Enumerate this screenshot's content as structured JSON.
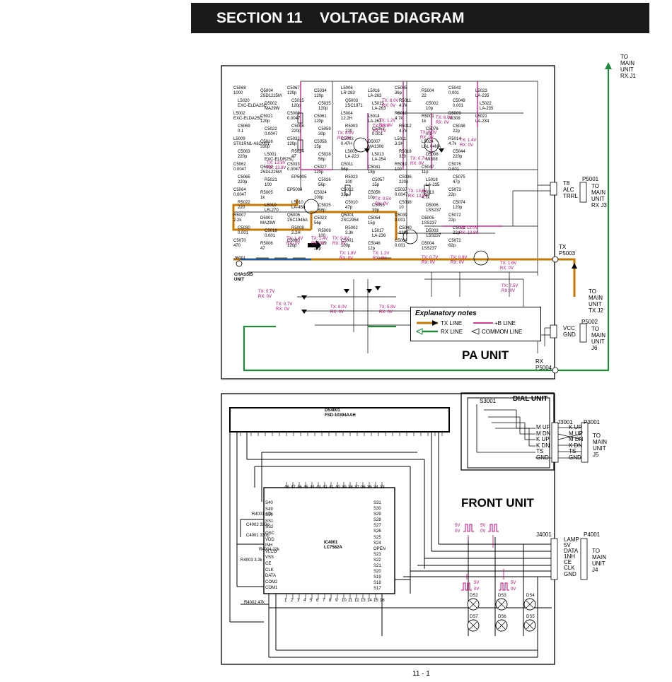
{
  "header": {
    "section": "SECTION 11",
    "title": "VOLTAGE DIAGRAM"
  },
  "page_number": "11 - 1",
  "pa_unit": {
    "title": "PA UNIT",
    "top_right_label": [
      "TO",
      "MAIN",
      "UNIT",
      "RX J1"
    ],
    "chassis": [
      "J6001",
      "CHASSIS",
      "UNIT"
    ],
    "t8": {
      "ref": "T8",
      "pins": [
        "ALC",
        "TRRL"
      ]
    },
    "p5001": {
      "ref": "P5001",
      "label": [
        "TO",
        "MAIN",
        "UNIT",
        "RX J3"
      ]
    },
    "tx": {
      "ref": [
        "TX",
        "P5003"
      ],
      "label": [
        "TO",
        "MAIN",
        "UNIT",
        "TX J2"
      ]
    },
    "p5002": {
      "ref": "P5002",
      "pins": [
        "VCC",
        "GND"
      ],
      "label": [
        "TO",
        "MAIN",
        "UNIT",
        "J6"
      ]
    },
    "rx": {
      "ref": [
        "RX",
        "P5004"
      ]
    },
    "components": [
      "C5068 1000",
      "L5020 EXC-ELDA25C",
      "L5002 EXC-ELDA25C",
      "C5069 0.1",
      "L5009 ST01RN1-A61-001",
      "C5063 220p",
      "C5062 0.0047",
      "C5065 220p",
      "C5064 0.0047",
      "R5022 220",
      "R5007 2.2k",
      "C5030 0.001",
      "C5070 470",
      "Q5004 2SD1225M",
      "D5002 MA29W",
      "C5021 120p",
      "C5022 0.0047",
      "C5016 330p",
      "L5001 EXC-ELDR25C",
      "Q5002 2SD1225M",
      "R5021 100",
      "R5005 1k",
      "L5019 LR-270",
      "D5001 MA29W",
      "C5018 0.001",
      "R5006 47",
      "C5067 120p",
      "C5015 120p",
      "C5009 0.0047",
      "C5008 220p",
      "C5032 120p",
      "R5024 47",
      "C5033 0.0047",
      "EP5005",
      "EP5004",
      "L5010 LA-450",
      "Q5005 2SC1946A",
      "R5008 2.2H",
      "C5080 120p",
      "C5034 120p",
      "C5035 120p",
      "C5061 120p",
      "C5059 30p",
      "C5058 15p",
      "C5028 56p",
      "C5027 120p",
      "C5026 56p",
      "C5024 100p",
      "C5025 68p",
      "C5023 56p",
      "R5009 100",
      "C5029 22p",
      "L5006 LR-283",
      "Q5003 2SC1971",
      "L5004 12.2H",
      "R5003 220",
      "C5003 0.47H",
      "L5005 LA-223",
      "C5011 56p",
      "R5023 100",
      "C5012 33p",
      "C5010 47p",
      "Q5001 2SC2954",
      "R5002 3.3k",
      "C5001 100p",
      "L5016 LA-263",
      "L5015 LA-263",
      "L5014 LA-263",
      "C5053 0.001",
      "D5007 MA1306",
      "L5013 LA-254",
      "C5041 18p",
      "C5057 15p",
      "C5056 10p",
      "C5055 39p",
      "C5054 15p",
      "L5017 LA-236",
      "C5046 12p",
      "C5045 36p",
      "R5011 4.7k",
      "R5010 4.7k",
      "R5012 4.7k",
      "L5011 3.3H",
      "R5018 330",
      "R5019 100",
      "C5036 220p",
      "C5037 0.0047",
      "C5038 10",
      "C5039 0.001",
      "C5040 220p",
      "C5004 0.001",
      "R5004 22",
      "C5002 10p",
      "R5001 1k",
      "C5076 0.1",
      "L5024 LAL 04NA",
      "D5008 MI308",
      "C5047 11p",
      "L5018 LA-235",
      "R5013 4.7k",
      "D5006 1SS237",
      "D5005 1SS237",
      "D5003 1SS237",
      "D5004 1SS237",
      "C5042 0.001",
      "C5049 0.001",
      "D5009 MI308",
      "C5048 22p",
      "R5014 4.7k",
      "C5044 220p",
      "C5076 0.001",
      "C5075 47p",
      "C5073 22p",
      "C5074 120p",
      "C5072 22p",
      "C5071 22p",
      "C5072 62p",
      "L5023 LA-235",
      "L5022 LA-235",
      "L5021 LA-234"
    ],
    "voltages": [
      "TX: 13.8V RX: 13.8V",
      "TX: 8.0V RX: 0V",
      "TX: 1.2V RX: 0V",
      "TX: 8.0V RX: 0V",
      "TX: 8.0V RX: 0V",
      "TX: 8.0V RX: 0V",
      "TX: 6.0V RX: 0V",
      "TX: 1.4V RX: 0V",
      "TX: 0.7V RX: 0V",
      "TX: 0.5V RX: 0V",
      "TX: 13.8V RX: 13.8V",
      "TX: 12.0V RX: 13.8V",
      "TX: 1.4V RX: 0V",
      "TX: 1.4V RX: 0V",
      "TX: 0.2V RX: 0V",
      "TX: 1.8V RX: 0V",
      "TX: 1.2V RX: 0V",
      "TX: 0.7V RX: 0V",
      "TX: 0.9V RX: 0V",
      "TX: 1.6V RX: 0V",
      "TX: 7.5V RX: 0V",
      "TX: 0.7V RX: 0V",
      "TX: 0.7V RX: 0V",
      "TX: 8.0V RX: 0V",
      "TX: 5.8V RX: 0V"
    ],
    "legend": {
      "title": "Explanatory notes",
      "tx": "TX LINE",
      "rx": "RX LINE",
      "b": "+B LINE",
      "common": "COMMON LINE"
    }
  },
  "dial_unit": {
    "title": "DIAL UNIT",
    "s3001": "S3001",
    "j3001": "J3001",
    "p3001": "P3001",
    "left_pins": [
      "M UP",
      "M DN",
      "K UP",
      "K DN",
      "TS",
      "GND"
    ],
    "right_pins": [
      "K UP",
      "M UP",
      "M DN",
      "K DN",
      "TS",
      "GND"
    ],
    "label": [
      "TO",
      "MAIN",
      "UNIT",
      "J5"
    ]
  },
  "front_unit": {
    "title": "FRONT UNIT",
    "ds4001": [
      "DS4001",
      "FSD-10394AAH"
    ],
    "ic": [
      "IC4001",
      "LC7582A"
    ],
    "ic_left_pins": [
      "S40",
      "S49",
      "S50",
      "SS1",
      "SS2",
      "OSC",
      "VDD",
      "INH",
      "VLCO",
      "VSS",
      "CE",
      "CLK",
      "DATA",
      "COM2",
      "COM1"
    ],
    "ic_right_pins": [
      "S31",
      "S30",
      "S29",
      "S28",
      "S27",
      "S26",
      "S25",
      "S24",
      "OPEN",
      "S23",
      "S22",
      "S21",
      "S20",
      "S19",
      "S18",
      "S17"
    ],
    "ic_top_pins": [
      "48",
      "47",
      "46",
      "45",
      "44",
      "43",
      "42",
      "41",
      "40",
      "39",
      "38",
      "37",
      "36",
      "35",
      "34",
      "33"
    ],
    "ic_bottom_pins": [
      "1",
      "2",
      "3",
      "4",
      "5",
      "6",
      "7",
      "8",
      "9",
      "10",
      "11",
      "12",
      "13",
      "14",
      "15",
      "16"
    ],
    "passives": [
      "R4001 47k",
      "C4002 330p",
      "C4001 330p",
      "R4004 22k",
      "R4003 3.3k",
      "R4002 47k"
    ],
    "j4001": "J4001",
    "p4001": "P4001",
    "j4001_pins": [
      "LAMP",
      "5V",
      "DATA",
      "1NH",
      "CE",
      "CLK",
      "GND"
    ],
    "label": [
      "TO",
      "MAIN",
      "UNIT",
      "J4"
    ],
    "waves": [
      "5V",
      "0V",
      "5V",
      "0V",
      "5V",
      "0V",
      "5V",
      "0V"
    ],
    "lamps": [
      "DS2",
      "DS3",
      "DS4",
      "DS7",
      "DS6",
      "DS5"
    ]
  },
  "colors": {
    "tx": "#c87800",
    "rx": "#1e8a3a",
    "b": "#c0007a",
    "common": "#1a5aa6"
  }
}
